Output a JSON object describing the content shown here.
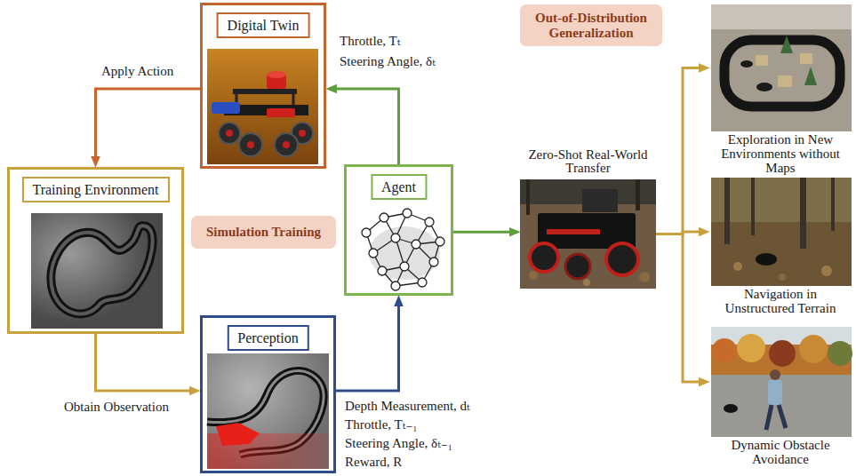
{
  "diagram": {
    "nodes": [
      {
        "text": [
          "Digital Twin"
        ]
      },
      {
        "text": [
          "Training Environment"
        ]
      },
      {
        "text": [
          "Simulation Training"
        ]
      },
      {
        "text": [
          "Perception"
        ]
      },
      {
        "text": [
          "Agent"
        ]
      },
      {
        "text": [
          "Out-of-Distribution Generalization"
        ]
      },
      {
        "text": [
          "Zero-Shot Real-World Transfer"
        ]
      },
      {
        "text": [
          "Exploration in New Environments without Maps"
        ]
      },
      {
        "text": [
          "Navigation in Unstructured Terrain"
        ]
      },
      {
        "text": [
          "Dynamic Obstacle Avoidance"
        ]
      }
    ],
    "edges": [
      {
        "from": 4,
        "to": 0,
        "arrow": "to"
      },
      {
        "from": 0,
        "to": 1,
        "label": "Apply Action",
        "arrow": "to"
      },
      {
        "from": 1,
        "to": 3,
        "label": "Obtain Observation",
        "arrow": "to"
      },
      {
        "from": 3,
        "to": 4,
        "arrow": "to"
      },
      {
        "from": 4,
        "to": 6,
        "arrow": "to"
      },
      {
        "from": 6,
        "to": 7,
        "arrow": "to"
      },
      {
        "from": 6,
        "to": 8,
        "arrow": "to"
      },
      {
        "from": 6,
        "to": 9,
        "arrow": "to"
      }
    ],
    "labels": [
      "Throttle, Tₜ",
      "Steering Angle, δₜ",
      "Depth Measurement, dₜ",
      "Throttle, Tₜ₋₁",
      "Steering Angle, δₜ₋₁",
      "Reward, R"
    ]
  }
}
